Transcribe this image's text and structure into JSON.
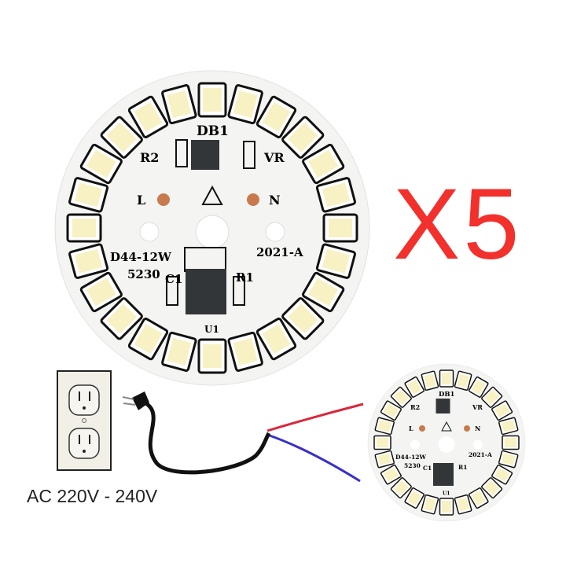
{
  "product": {
    "quantity_label": "X5",
    "voltage_label": "AC 220V -  240V",
    "colors": {
      "accent": "#f2302c",
      "board": "#f4f4f2",
      "led": "#f7f1c4",
      "chip": "#333638",
      "pad": "#c87a4e",
      "wire_red": "#d8283c",
      "wire_blue": "#3a2fc8"
    }
  },
  "board_large": {
    "labels": {
      "db1": "DB1",
      "r2": "R2",
      "vr": "VR",
      "l": "L",
      "n": "N",
      "model": "D44-12W",
      "led_type": "5230",
      "version": "2021-A",
      "c1": "C1",
      "r1": "R1",
      "u1": "U1"
    },
    "led_count": 24
  },
  "board_small": {
    "labels": {
      "db1": "DB1",
      "r2": "R2",
      "vr": "VR",
      "l": "L",
      "n": "N",
      "model": "D44-12W",
      "led_type": "5230",
      "version": "2021-A",
      "c1": "C1",
      "r1": "R1",
      "u1": "U1"
    },
    "led_count": 24
  }
}
